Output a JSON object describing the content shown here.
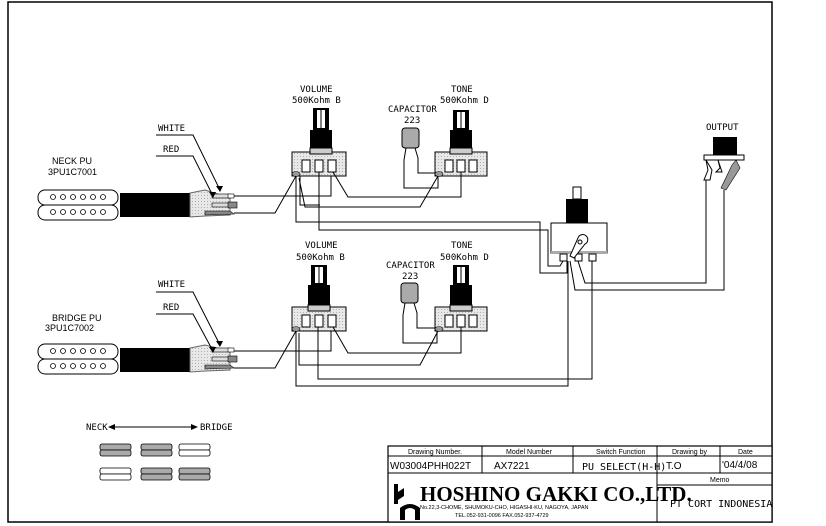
{
  "diagram": {
    "type": "guitar wiring diagram",
    "neck_pickup": {
      "name": "NECK PU",
      "code": "3PU1C7001",
      "wire_white": "WHITE",
      "wire_red": "RED"
    },
    "bridge_pickup": {
      "name": "BRIDGE PU",
      "code": "3PU1C7002",
      "wire_white": "WHITE",
      "wire_red": "RED"
    },
    "neck_volume": {
      "label": "VOLUME",
      "value": "500Kohm B"
    },
    "neck_tone": {
      "label": "TONE",
      "value": "500Kohm D"
    },
    "neck_capacitor": {
      "label": "CAPACITOR",
      "value": "223"
    },
    "bridge_volume": {
      "label": "VOLUME",
      "value": "500Kohm B"
    },
    "bridge_tone": {
      "label": "TONE",
      "value": "500Kohm D"
    },
    "bridge_capacitor": {
      "label": "CAPACITOR",
      "value": "223"
    },
    "output": {
      "label": "OUTPUT"
    },
    "legend": {
      "left": "NECK",
      "right": "BRIDGE"
    }
  },
  "title_block": {
    "drawing_number_label": "Drawing Number.",
    "drawing_number": "W03004PHH022T",
    "model_number_label": "Model Number",
    "model_number": "AX7221",
    "switch_function_label": "Switch Function",
    "switch_function": "PU SELECT(H-H)",
    "drawing_by_label": "Drawing by",
    "drawing_by": "T.O",
    "date_label": "Date",
    "date": "'04/4/08",
    "memo_label": "Memo",
    "memo": "PT CORT INDONESIA",
    "company": "HOSHINO GAKKI CO.,LTD.",
    "address": "No.22,3-CHOME, SHUMOKU-CHO, HIGASHI-KU, NAGOYA, JAPAN",
    "contact": "TEL.052-931-0096  FAX.052-937-4729"
  }
}
